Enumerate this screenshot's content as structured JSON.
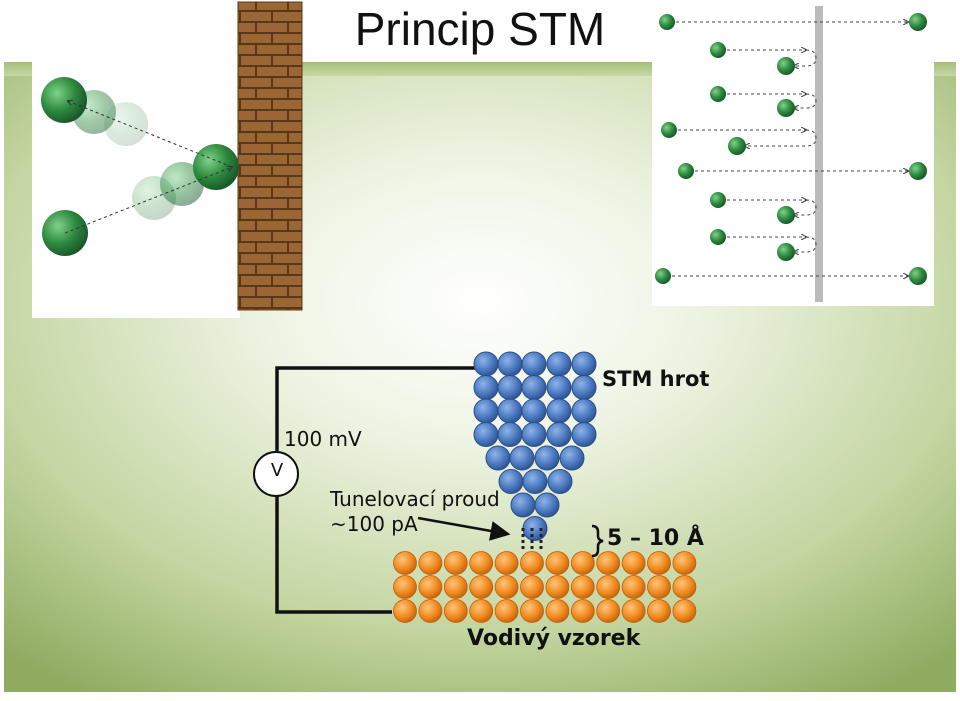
{
  "slide": {
    "title": "Princip STM",
    "voltmeter_symbol": "V",
    "voltage_label": "100 mV",
    "current_label_line1": "Tunelovací proud",
    "current_label_line2": "~100 pA",
    "tip_label": "STM hrot",
    "gap_label": "5 – 10 Å",
    "sample_label": "Vodivý vzorek"
  },
  "colors": {
    "background_green": "#9db46a",
    "tip_atom": "#4a78c0",
    "sample_atom": "#f08a20",
    "ball_green": "#2e8a3e",
    "brick": "#8a5a30",
    "barrier": "#bbbbbb"
  }
}
